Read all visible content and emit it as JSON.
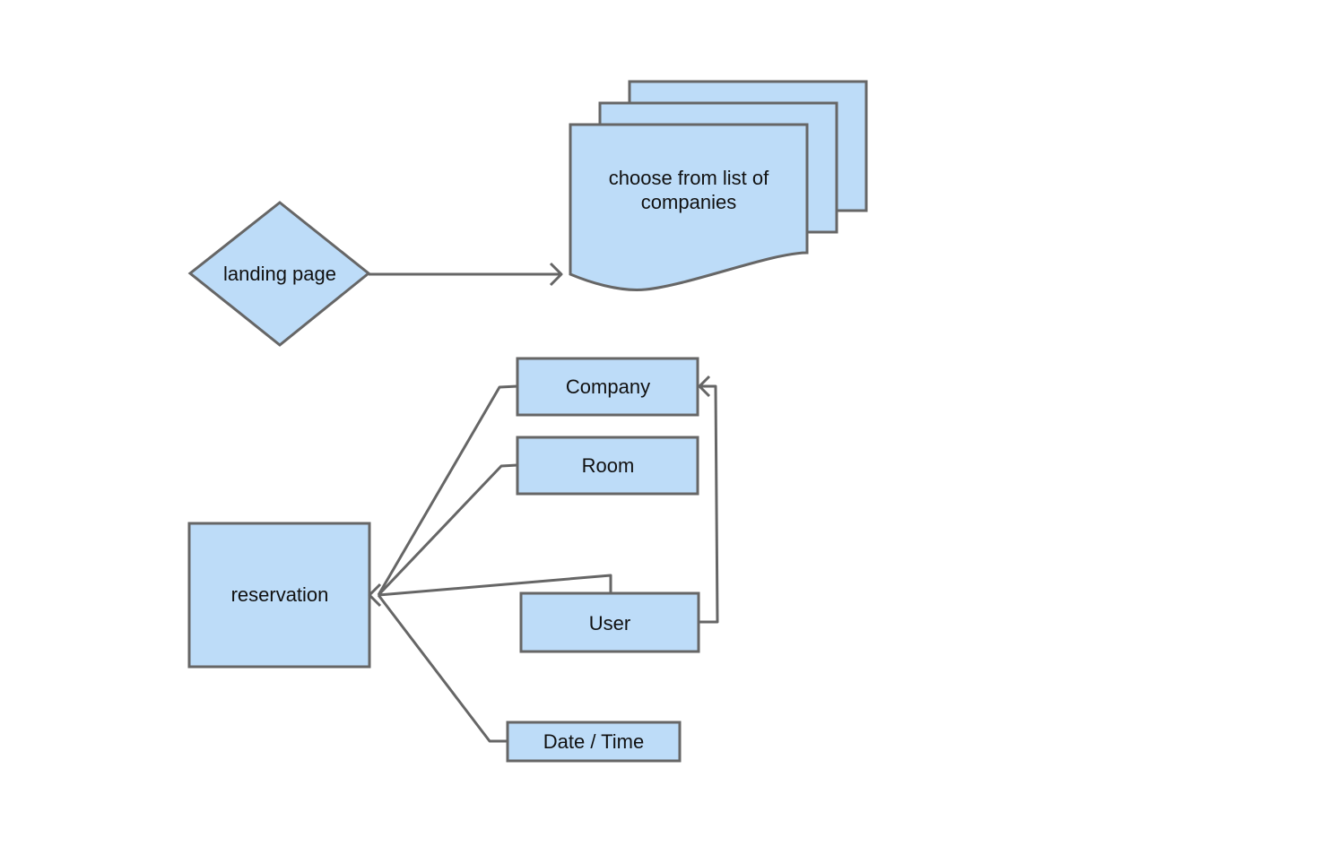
{
  "diagram": {
    "nodes": {
      "landing": {
        "label": "landing page"
      },
      "companies": {
        "label_line1": "choose from list of",
        "label_line2": "companies"
      },
      "company": {
        "label": "Company"
      },
      "room": {
        "label": "Room"
      },
      "user": {
        "label": "User"
      },
      "datetime": {
        "label": "Date / Time"
      },
      "reservation": {
        "label": "reservation"
      }
    }
  },
  "colors": {
    "node_fill": "#bddcf8",
    "stroke": "#666666",
    "text": "#111111"
  }
}
